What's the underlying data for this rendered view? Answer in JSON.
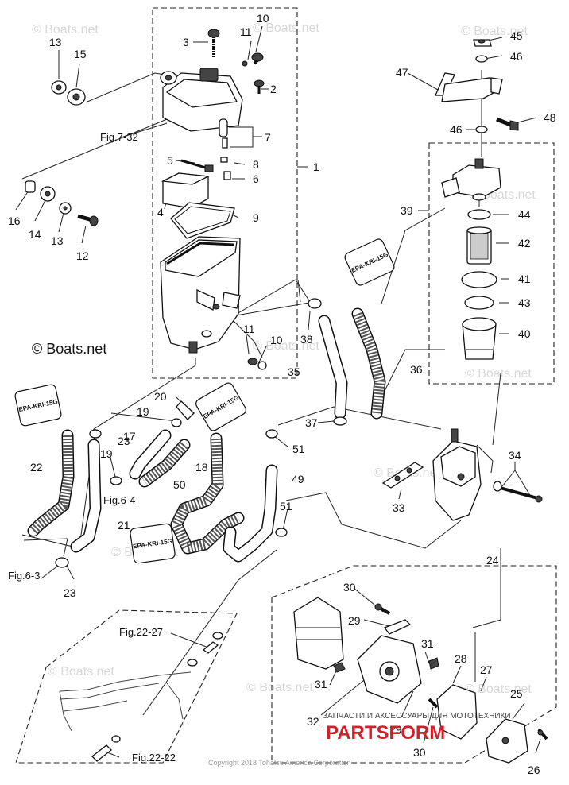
{
  "watermarks": [
    "© Boats.net",
    "© Boats.net",
    "© Boats.net",
    "© Boats.net",
    "© Boats.net",
    "© Boats.net",
    "© Boats.net",
    "© Boats.net",
    "© Boats.net",
    "© Boats.net",
    "© Boats.net"
  ],
  "copyright_main": "© Boats.net",
  "copyright_footer": "Copyright 2018 Tohatsu America Corporation",
  "overlay_russian": "ЗАПЧАСТИ И АКСЕССУАРЫ ДЛЯ МОТОТЕХНИКИ",
  "overlay_brand": "PARTSFORM",
  "epa_tag": "EPA-KRI-15G",
  "fig_refs": {
    "f7_32": "Fig.7-32",
    "f6_4": "Fig.6-4",
    "f6_3": "Fig.6-3",
    "f22_27": "Fig.22-27",
    "f22_22": "Fig.22-22"
  },
  "labels": {
    "l1": "1",
    "l2": "2",
    "l3": "3",
    "l4": "4",
    "l5": "5",
    "l6": "6",
    "l7": "7",
    "l8": "8",
    "l9": "9",
    "l10a": "10",
    "l10b": "10",
    "l11a": "11",
    "l11b": "11",
    "l12": "12",
    "l13a": "13",
    "l13b": "13",
    "l14": "14",
    "l15": "15",
    "l16": "16",
    "l17": "17",
    "l18": "18",
    "l19a": "19",
    "l19b": "19",
    "l20": "20",
    "l21": "21",
    "l22": "22",
    "l23a": "23",
    "l23b": "23",
    "l24": "24",
    "l25": "25",
    "l26": "26",
    "l27": "27",
    "l28": "28",
    "l29a": "29",
    "l29b": "29",
    "l30a": "30",
    "l30b": "30",
    "l31a": "31",
    "l31b": "31",
    "l32": "32",
    "l33": "33",
    "l34": "34",
    "l35": "35",
    "l36": "36",
    "l37": "37",
    "l38": "38",
    "l39": "39",
    "l40": "40",
    "l41": "41",
    "l42": "42",
    "l43": "43",
    "l44": "44",
    "l45": "45",
    "l46a": "46",
    "l46b": "46",
    "l47": "47",
    "l48": "48",
    "l49": "49",
    "l50": "50",
    "l51a": "51",
    "l51b": "51"
  }
}
